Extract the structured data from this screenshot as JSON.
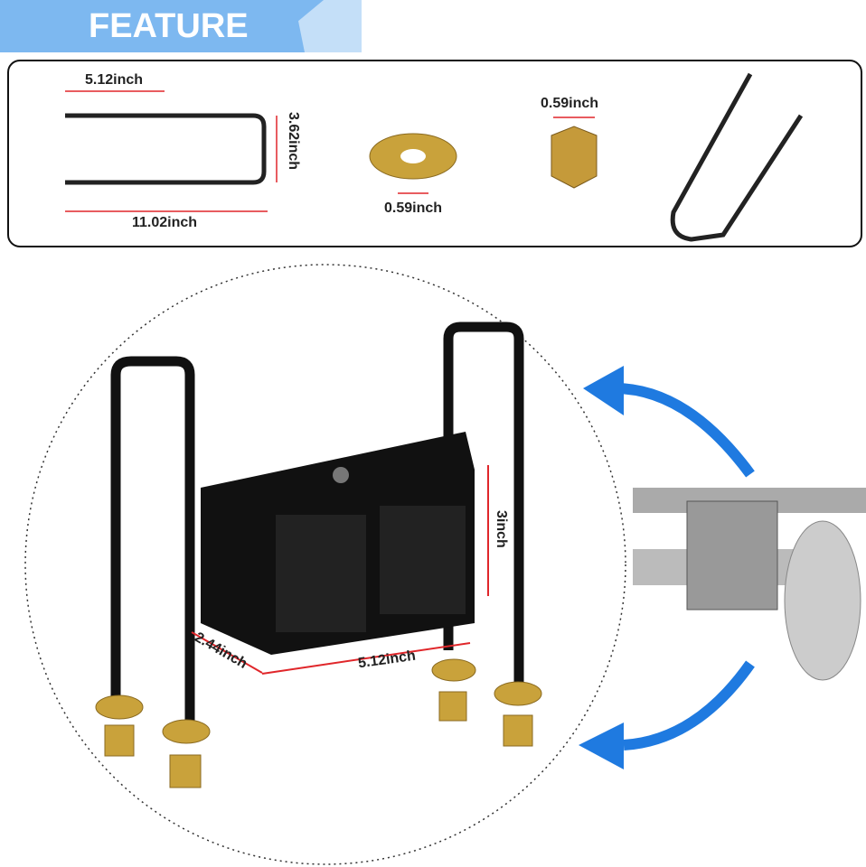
{
  "header": {
    "title": "FEATURE"
  },
  "parts": {
    "ubolt_width": "5.12inch",
    "ubolt_height": "3.62inch",
    "ubolt_length": "11.02inch",
    "washer": "0.59inch",
    "nut": "0.59inch"
  },
  "block": {
    "height": "3inch",
    "width": "5.12inch",
    "depth": "2.44inch"
  },
  "colors": {
    "banner": "#7db8f0",
    "dimension": "#e0262a",
    "arrow": "#1f7ae0"
  }
}
